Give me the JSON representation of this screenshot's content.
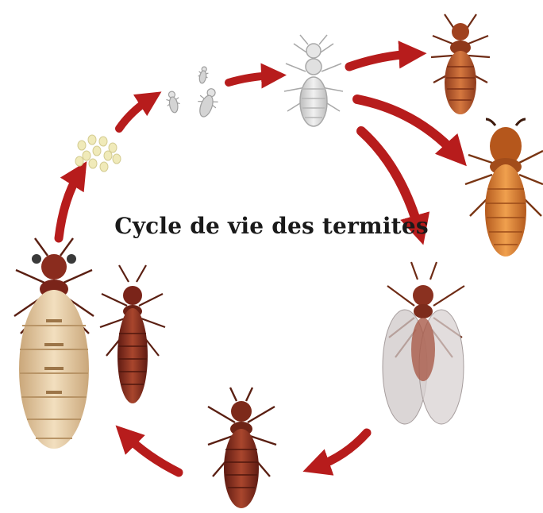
{
  "diagram": {
    "title": "Cycle de vie des termites",
    "colors": {
      "arrow": "#b71c1c",
      "arrow_dark": "#7f0d0d",
      "egg": "#f1ecc4",
      "larva": "#d6d6d6",
      "nymph": "#dcdcdc",
      "worker": "#b5562a",
      "soldier": "#d9782c",
      "alate_body": "#8e3424",
      "wing": "#d9d2d2",
      "queen_abdomen": "#ead3ad",
      "king": "#7a2419"
    },
    "stages": [
      {
        "id": "eggs",
        "icon": "egg-cluster-icon"
      },
      {
        "id": "larvae",
        "icon": "larva-icon"
      },
      {
        "id": "nymph",
        "icon": "nymph-icon"
      },
      {
        "id": "worker",
        "icon": "worker-termite-icon"
      },
      {
        "id": "soldier",
        "icon": "soldier-termite-icon"
      },
      {
        "id": "alate",
        "icon": "winged-termite-icon"
      },
      {
        "id": "dealate",
        "icon": "dealate-termite-icon"
      },
      {
        "id": "king",
        "icon": "king-termite-icon"
      },
      {
        "id": "queen",
        "icon": "queen-termite-icon"
      }
    ]
  }
}
